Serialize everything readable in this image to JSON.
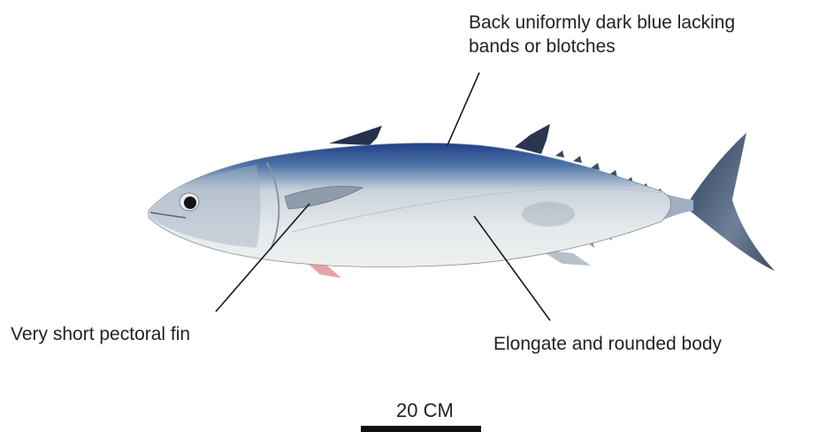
{
  "annotations": {
    "back": [
      "Back uniformly dark blue lacking",
      "bands or blotches"
    ],
    "pectoral": "Very short pectoral fin",
    "body": "Elongate and rounded body"
  },
  "scale": {
    "label": "20 CM"
  },
  "colors": {
    "back": "#1e3f86",
    "back_mid": "#4f74a8",
    "flank": "#c9d3dc",
    "belly": "#eef0ef",
    "fin": "#3b4b5f",
    "pelvic_fin_tint": "#e6a3a8",
    "leader_line": "#1a1a1a"
  }
}
